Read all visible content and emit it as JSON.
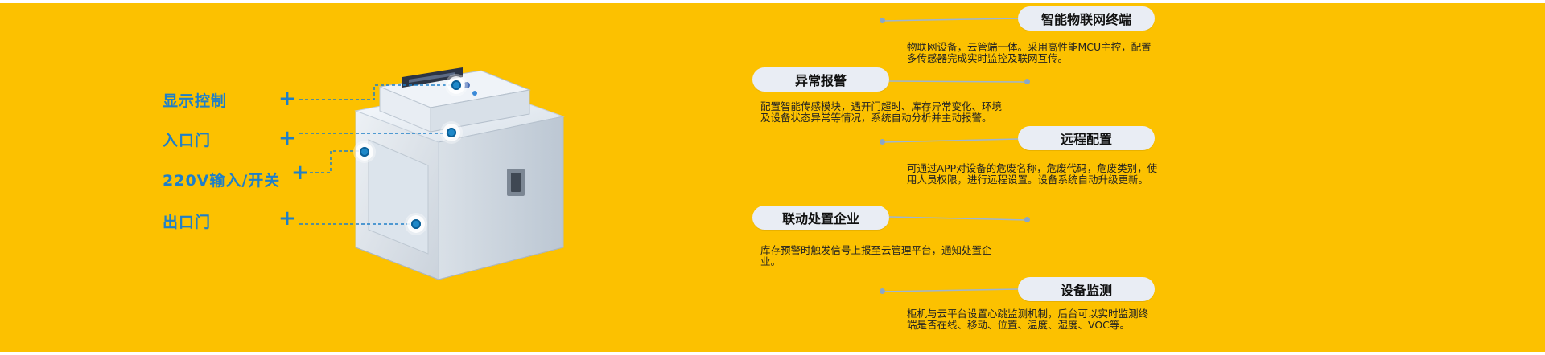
{
  "left_labels": [
    {
      "text": "显示控制"
    },
    {
      "text": "入口门"
    },
    {
      "text": "220V输入/开关"
    },
    {
      "text": "出口门"
    }
  ],
  "features": [
    {
      "title": "智能物联网终端",
      "description": "物联网设备，云管端一体。采用高性能MCU主控，配置多传感器完成实时监控及联网互传。"
    },
    {
      "title": "异常报警",
      "description": "配置智能传感模块，遇开门超时、库存异常变化、环境及设备状态异常等情况，系统自动分析并主动报警。"
    },
    {
      "title": "远程配置",
      "description": "可通过APP对设备的危废名称，危废代码，危废类别，使用人员权限，进行远程设置。设备系统自动升级更新。"
    },
    {
      "title": "联动处置企业",
      "description": "库存预警时触发信号上报至云管理平台，通知处置企业。"
    },
    {
      "title": "设备监测",
      "description": "柜机与云平台设置心跳监测机制，后台可以实时监测终端是否在线、移动、位置、温度、湿度、VOC等。"
    }
  ],
  "colors": {
    "background": "#fcc100",
    "accent": "#1e7fc8",
    "pill": "#e9edf4",
    "text": "#222222"
  },
  "icons": {
    "plus": "plus-icon"
  }
}
